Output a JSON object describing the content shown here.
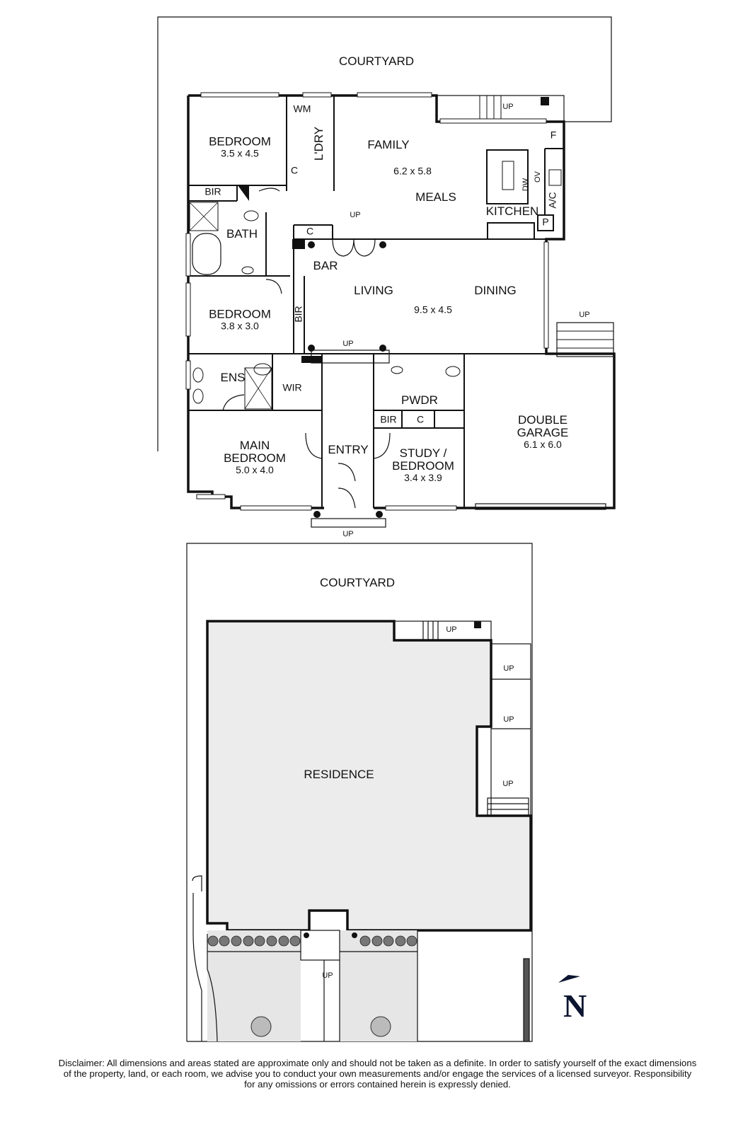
{
  "ground_floor": {
    "courtyard_label": "COURTYARD",
    "rooms": {
      "bedroom1": {
        "name": "BEDROOM",
        "dim": "3.5 x 4.5"
      },
      "wm": "WM",
      "laundry": "L'DRY",
      "c_laundry": "C",
      "family": {
        "name": "FAMILY",
        "dim": "6.2 x 5.8"
      },
      "meals": "MEALS",
      "kitchen": "KITCHEN",
      "fridge": "F",
      "oven": "OV",
      "dishwasher": "DW",
      "ac": "A/C",
      "pantry": "P",
      "bir1": "BIR",
      "bath": "BATH",
      "c_bar": "C",
      "bar": "BAR",
      "living": "LIVING",
      "dining": "DINING",
      "living_dining_dim": "9.5 x 4.5",
      "bedroom2": {
        "name": "BEDROOM",
        "dim": "3.8 x 3.0"
      },
      "bir2": "BIR",
      "ens": "ENS",
      "wir": "WIR",
      "pwdr": "PWDR",
      "bir3": "BIR",
      "c_pwdr": "C",
      "main_bedroom": {
        "name1": "MAIN",
        "name2": "BEDROOM",
        "dim": "5.0 x 4.0"
      },
      "entry": "ENTRY",
      "study": {
        "name1": "STUDY /",
        "name2": "BEDROOM",
        "dim": "3.4 x 3.9"
      },
      "garage": {
        "name1": "DOUBLE",
        "name2": "GARAGE",
        "dim": "6.1 x 6.0"
      }
    },
    "stairs": [
      "UP",
      "UP",
      "UP",
      "UP",
      "UP"
    ]
  },
  "site_plan": {
    "courtyard_label": "COURTYARD",
    "residence_label": "RESIDENCE",
    "stairs": [
      "UP",
      "UP",
      "UP",
      "UP",
      "UP"
    ]
  },
  "compass": {
    "label": "N",
    "color": "#0b1530"
  },
  "disclaimer": {
    "line1": "Disclaimer: All dimensions and areas stated are approximate only and should not be taken as a definite. In order to satisfy yourself of the exact dimensions",
    "line2": "of the property, land, or each room, we advise you to conduct your own measurements and/or engage the services of a licensed surveyor. Responsibility",
    "line3": "for any omissions or errors contained herein is expressly denied."
  },
  "colors": {
    "wall": "#111111",
    "residence_fill": "#ececec",
    "garden_fill": "#e6e6e6"
  }
}
